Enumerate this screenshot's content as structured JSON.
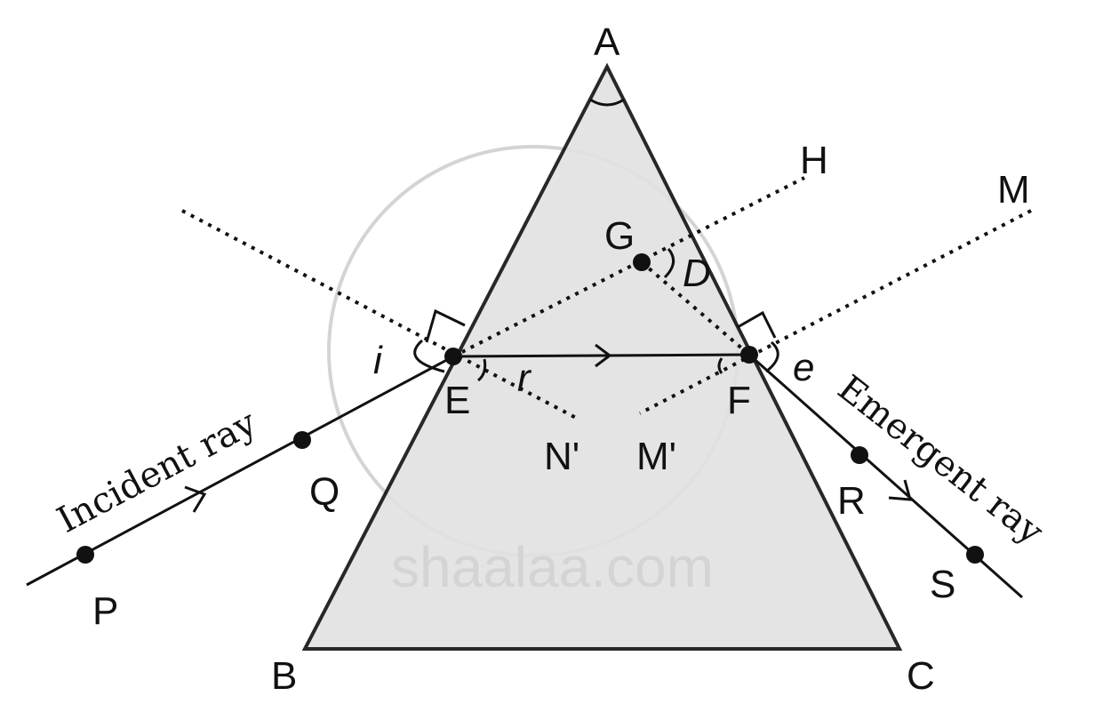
{
  "watermark": "shaalaa.com",
  "colors": {
    "prism_fill": "#e2e2e2",
    "line": "#111111",
    "watermark": "#d4d4d4"
  },
  "labels": {
    "A": "A",
    "B": "B",
    "C": "C",
    "D": "D",
    "E": "E",
    "F": "F",
    "G": "G",
    "H": "H",
    "M": "M",
    "N_prime": "N'",
    "M_prime": "M'",
    "P": "P",
    "Q": "Q",
    "R": "R",
    "S": "S",
    "i": "i",
    "r": "r",
    "e": "e"
  },
  "ray_labels": {
    "incident": "Incident ray",
    "emergent": "Emergent ray"
  }
}
